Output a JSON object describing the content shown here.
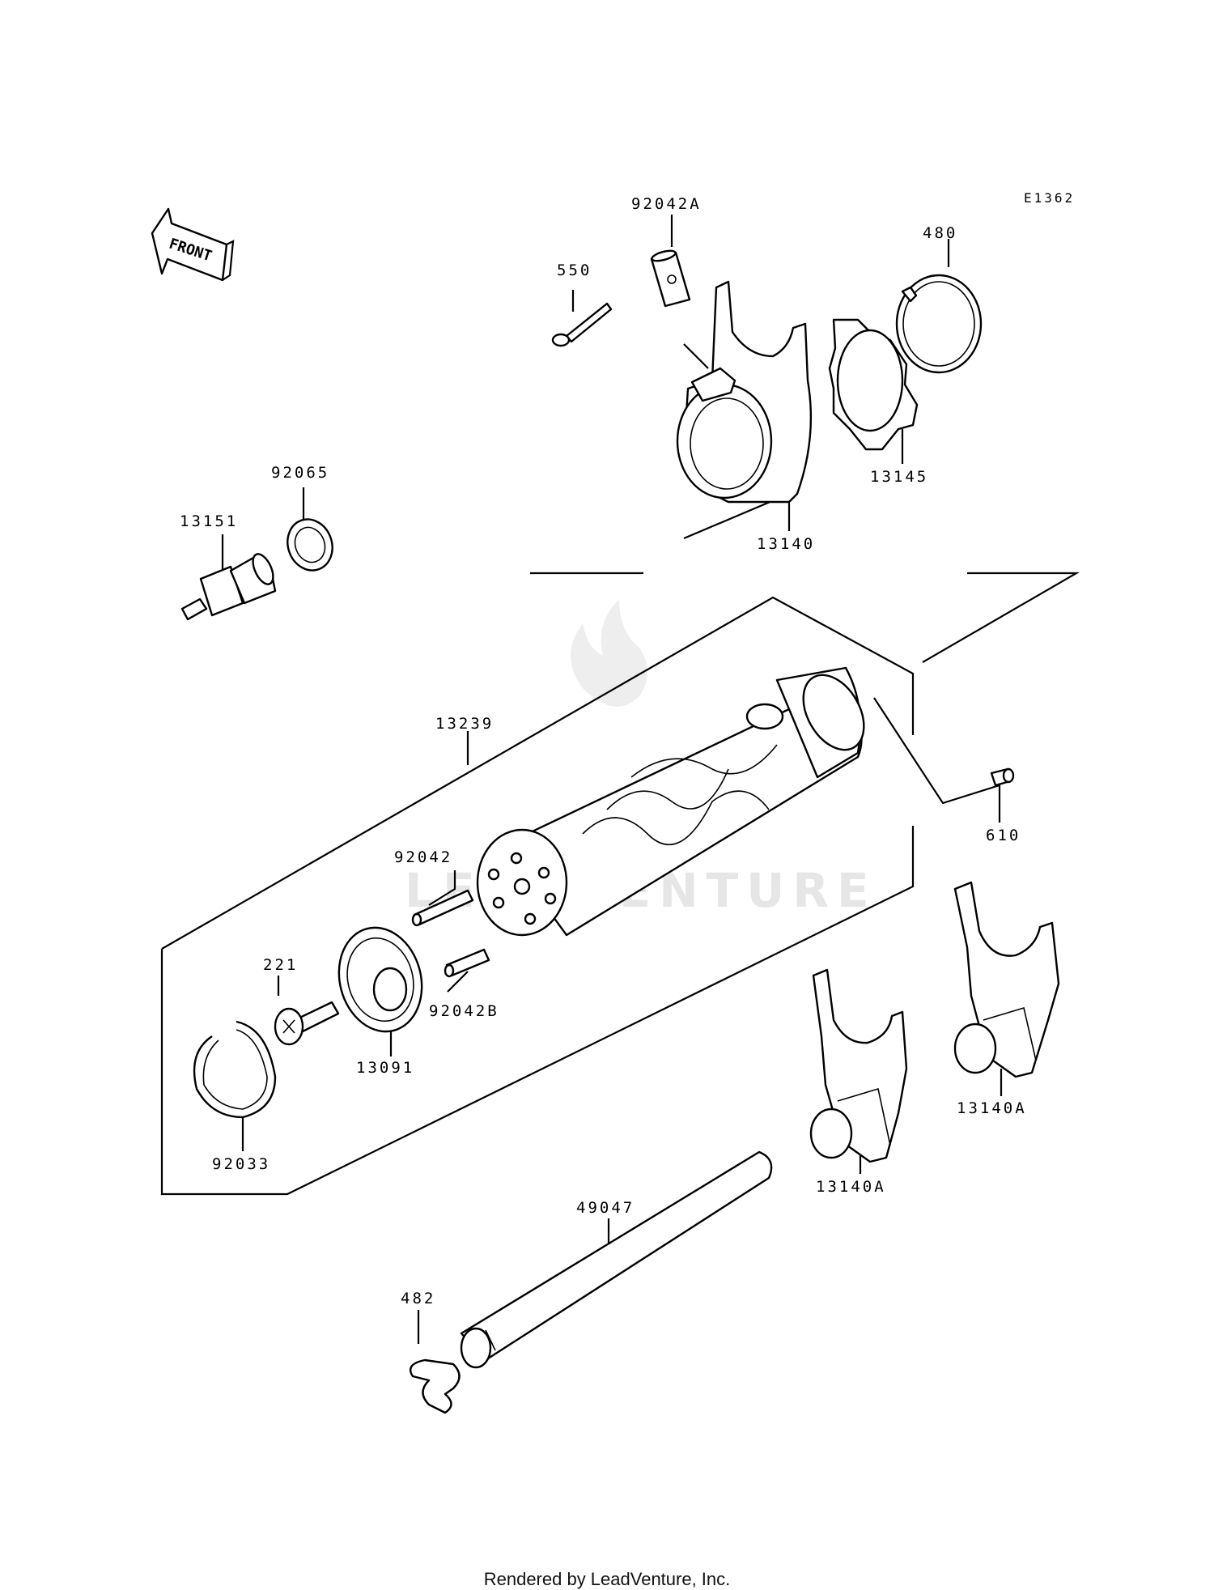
{
  "diagram_code": "E1362",
  "front_arrow_label": "FRONT",
  "watermark": "LEADVENTURE",
  "footer": "Rendered by LeadVenture, Inc.",
  "parts": {
    "p92042A": "92042A",
    "p550": "550",
    "p480": "480",
    "p92065": "92065",
    "p13151": "13151",
    "p13145": "13145",
    "p13140": "13140",
    "p13239": "13239",
    "p610": "610",
    "p92042": "92042",
    "p221": "221",
    "p92042B": "92042B",
    "p13091": "13091",
    "p92033": "92033",
    "p13140A_right": "13140A",
    "p13140A_left": "13140A",
    "p49047": "49047",
    "p482": "482"
  }
}
